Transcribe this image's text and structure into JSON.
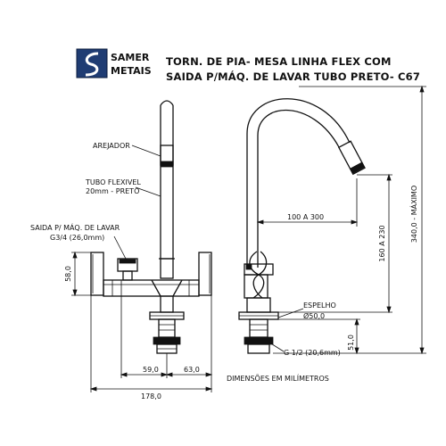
{
  "brand": {
    "line1": "SAMER",
    "line2": "METAIS",
    "logo_icon": "samer-metais-logo"
  },
  "title": {
    "line1": "TORN. DE PIA- MESA LINHA FLEX COM",
    "line2": "SAIDA P/MÁQ. DE LAVAR TUBO PRETO- C67"
  },
  "labels": {
    "arejador": "AREJADOR",
    "tubo_line1": "TUBO FLEXIVEL",
    "tubo_line2": "20mm - PRETO",
    "saida_line1": "SAIDA P/ MÁQ. DE LAVAR",
    "saida_line2": "G3/4 (26,0mm)",
    "espelho_line1": "ESPELHO",
    "espelho_line2": "Ø50,0",
    "rosca": "G 1/2 (20,6mm)",
    "units": "DIMENSÕES EM MILÍMETROS"
  },
  "dimensions": {
    "left_height": "58,0",
    "base_left": "59,0",
    "base_right": "63,0",
    "total_width": "178,0",
    "reach": "100 A 300",
    "spout_height": "160 A 230",
    "total_height": "340,0 - MÁXIMO",
    "thread_height": "51,0"
  }
}
